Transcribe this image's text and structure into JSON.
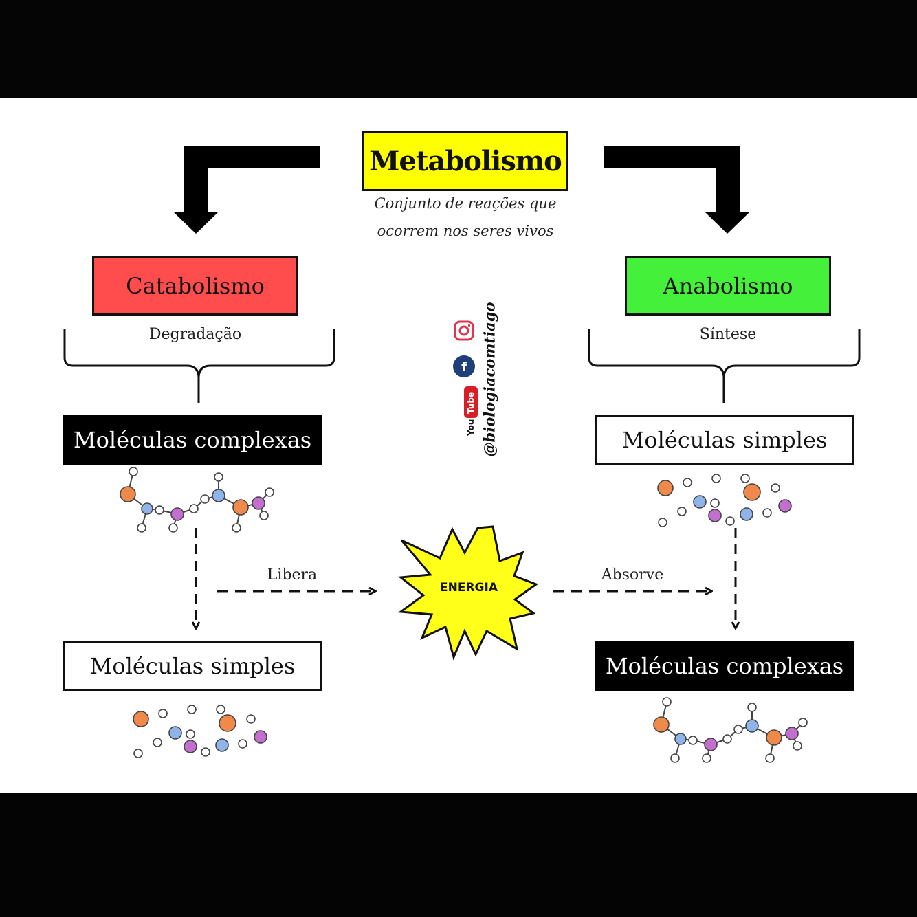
{
  "title": "Metabolismo",
  "subtitle": [
    "Conjunto de reações que",
    "ocorrem nos seres vivos"
  ],
  "catabolism": {
    "label": "Catabolismo",
    "description": "Degradação",
    "start": "Moléculas complexas",
    "end": "Moléculas simples",
    "action": "Libera"
  },
  "anabolism": {
    "label": "Anabolismo",
    "description": "Síntese",
    "start": "Moléculas simples",
    "end": "Moléculas complexas",
    "action": "Absorve"
  },
  "energy": "ENERGIA",
  "social": {
    "handle": "@biologiacomtiago",
    "icons": [
      "instagram-icon",
      "facebook-icon",
      "youtube-icon"
    ],
    "youtube_text": "YouTube"
  },
  "colors": {
    "title_bg": "#ffff00",
    "catabolism_bg": "#ff4d4d",
    "anabolism_bg": "#44f03a",
    "energy_fill": "#ffff1a",
    "atom_orange": "#f08a4b",
    "atom_blue": "#8fb4ea",
    "atom_purple": "#c46ed0",
    "atom_white": "#ffffff"
  }
}
